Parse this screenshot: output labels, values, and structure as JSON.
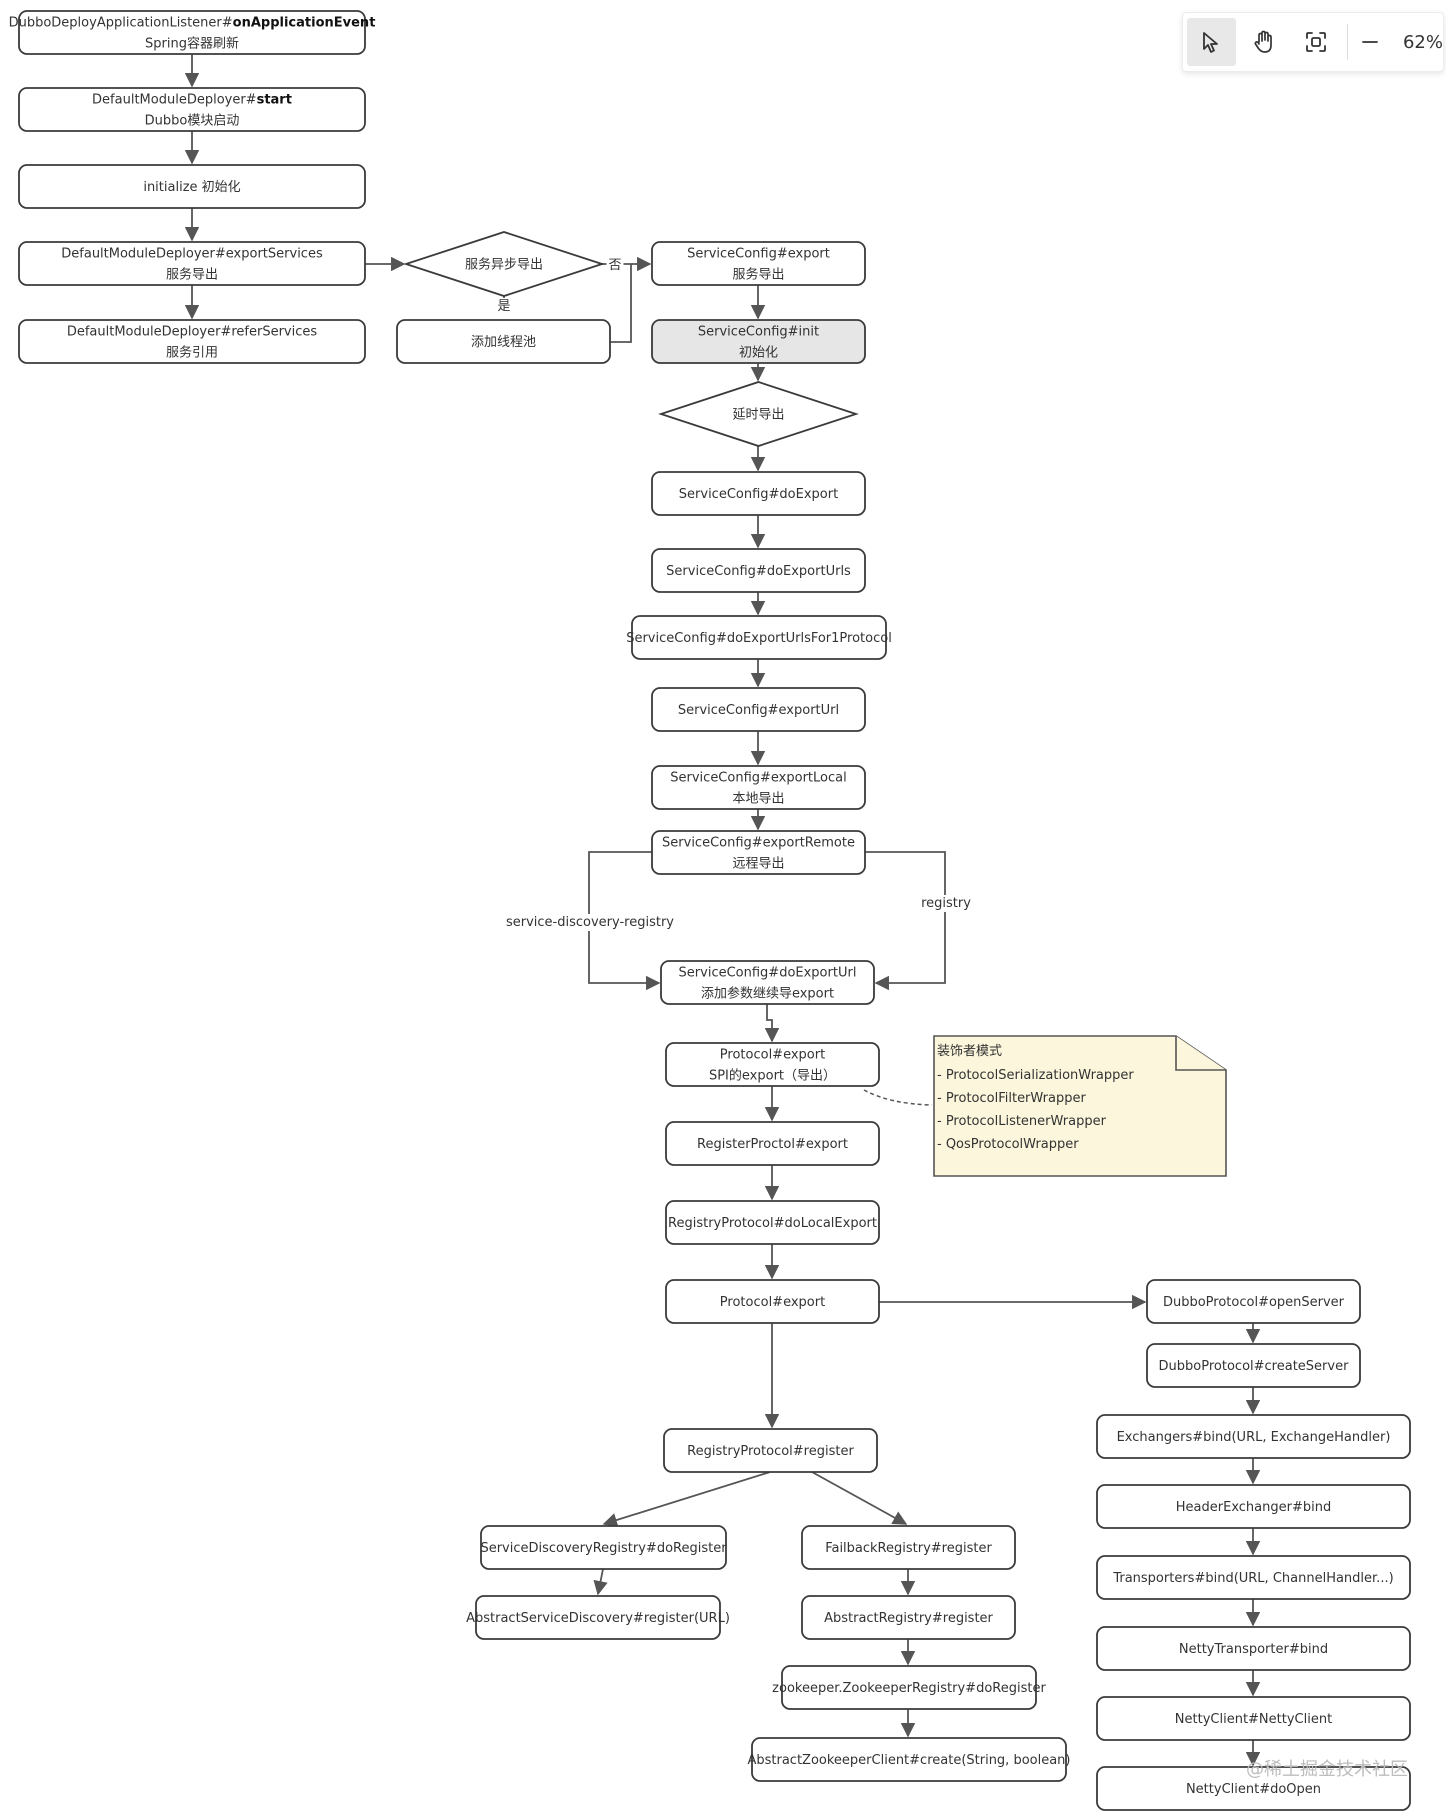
{
  "nodes": {
    "listener": {
      "lines": [
        [
          {
            "t": "DubboDeployApplicationListener#"
          },
          {
            "t": "onApplicationEvent",
            "b": true
          }
        ],
        [
          {
            "t": "Spring容器刷新"
          }
        ]
      ]
    },
    "start": {
      "lines": [
        [
          {
            "t": "DefaultModuleDeployer#"
          },
          {
            "t": "start",
            "b": true
          }
        ],
        [
          {
            "t": "Dubbo模块启动"
          }
        ]
      ]
    },
    "initialize": {
      "lines": [
        [
          {
            "t": "initialize 初始化"
          }
        ]
      ]
    },
    "exportServices": {
      "lines": [
        [
          {
            "t": "DefaultModuleDeployer#exportServices"
          }
        ],
        [
          {
            "t": "服务导出"
          }
        ]
      ]
    },
    "referServices": {
      "lines": [
        [
          {
            "t": "DefaultModuleDeployer#referServices"
          }
        ],
        [
          {
            "t": "服务引用"
          }
        ]
      ]
    },
    "asyncExport": {
      "lines": [
        [
          {
            "t": "服务异步导出"
          }
        ]
      ]
    },
    "threadPool": {
      "lines": [
        [
          {
            "t": "添加线程池"
          }
        ]
      ]
    },
    "scExport": {
      "lines": [
        [
          {
            "t": "ServiceConfig#export"
          }
        ],
        [
          {
            "t": "服务导出"
          }
        ]
      ]
    },
    "scInit": {
      "lines": [
        [
          {
            "t": "ServiceConfig#init"
          }
        ],
        [
          {
            "t": "初始化"
          }
        ]
      ]
    },
    "delayExport": {
      "lines": [
        [
          {
            "t": "延时导出"
          }
        ]
      ]
    },
    "doExport": {
      "lines": [
        [
          {
            "t": "ServiceConfig#doExport"
          }
        ]
      ]
    },
    "doExportUrls": {
      "lines": [
        [
          {
            "t": "ServiceConfig#doExportUrls"
          }
        ]
      ]
    },
    "doExportUrlsFor1": {
      "lines": [
        [
          {
            "t": "ServiceConfig#doExportUrlsFor1Protocol"
          }
        ]
      ]
    },
    "exportUrl": {
      "lines": [
        [
          {
            "t": "ServiceConfig#exportUrl"
          }
        ]
      ]
    },
    "exportLocal": {
      "lines": [
        [
          {
            "t": "ServiceConfig#exportLocal"
          }
        ],
        [
          {
            "t": "本地导出"
          }
        ]
      ]
    },
    "exportRemote": {
      "lines": [
        [
          {
            "t": "ServiceConfig#exportRemote"
          }
        ],
        [
          {
            "t": "远程导出"
          }
        ]
      ]
    },
    "doExportUrl": {
      "lines": [
        [
          {
            "t": "ServiceConfig#doExportUrl"
          }
        ],
        [
          {
            "t": "添加参数继续导export"
          }
        ]
      ]
    },
    "protocolExport1": {
      "lines": [
        [
          {
            "t": "Protocol#export"
          }
        ],
        [
          {
            "t": "SPI的export（导出）"
          }
        ]
      ]
    },
    "registerProctol": {
      "lines": [
        [
          {
            "t": "RegisterProctol#export"
          }
        ]
      ]
    },
    "doLocalExport": {
      "lines": [
        [
          {
            "t": "RegistryProtocol#doLocalExport"
          }
        ]
      ]
    },
    "protocolExport2": {
      "lines": [
        [
          {
            "t": "Protocol#export"
          }
        ]
      ]
    },
    "registryRegister": {
      "lines": [
        [
          {
            "t": "RegistryProtocol#register"
          }
        ]
      ]
    },
    "sdrDoRegister": {
      "lines": [
        [
          {
            "t": "ServiceDiscoveryRegistry#doRegister"
          }
        ]
      ]
    },
    "asdRegister": {
      "lines": [
        [
          {
            "t": "AbstractServiceDiscovery#register(URL)"
          }
        ]
      ]
    },
    "failbackRegister": {
      "lines": [
        [
          {
            "t": "FailbackRegistry#register"
          }
        ]
      ]
    },
    "abstractRegistry": {
      "lines": [
        [
          {
            "t": "AbstractRegistry#register"
          }
        ]
      ]
    },
    "zkDoRegister": {
      "lines": [
        [
          {
            "t": "zookeeper.ZookeeperRegistry#doRegister"
          }
        ]
      ]
    },
    "zkCreate": {
      "lines": [
        [
          {
            "t": "AbstractZookeeperClient#create(String, boolean)"
          }
        ]
      ]
    },
    "openServer": {
      "lines": [
        [
          {
            "t": "DubboProtocol#openServer"
          }
        ]
      ]
    },
    "createServer": {
      "lines": [
        [
          {
            "t": "DubboProtocol#createServer"
          }
        ]
      ]
    },
    "exchangersBind": {
      "lines": [
        [
          {
            "t": "Exchangers#bind(URL, ExchangeHandler)"
          }
        ]
      ]
    },
    "headerExchanger": {
      "lines": [
        [
          {
            "t": "HeaderExchanger#bind"
          }
        ]
      ]
    },
    "transportersBind": {
      "lines": [
        [
          {
            "t": "Transporters#bind(URL, ChannelHandler...)"
          }
        ]
      ]
    },
    "nettyTransporter": {
      "lines": [
        [
          {
            "t": "NettyTransporter#bind"
          }
        ]
      ]
    },
    "nettyClientCtor": {
      "lines": [
        [
          {
            "t": "NettyClient#NettyClient"
          }
        ]
      ]
    },
    "nettyDoOpen": {
      "lines": [
        [
          {
            "t": "NettyClient#doOpen"
          }
        ]
      ]
    }
  },
  "edge_labels": {
    "no": "否",
    "yes": "是",
    "service_discovery_registry": "service-discovery-registry",
    "registry": "registry"
  },
  "note": {
    "title": "装饰者模式",
    "items": [
      "- ProtocolSerializationWrapper",
      "- ProtocolFilterWrapper",
      "- ProtocolListenerWrapper",
      "- QosProtocolWrapper"
    ]
  },
  "watermark": "@稀土掘金技术社区",
  "toolbar": {
    "zoom_level": "62%",
    "tools": [
      "pointer-icon",
      "hand-icon",
      "fit-screen-icon",
      "zoom-out-icon"
    ],
    "active_tool": "pointer-icon"
  },
  "colors": {
    "shaded_node": "#e6e6e6",
    "note_fill": "#fbf6dc"
  }
}
